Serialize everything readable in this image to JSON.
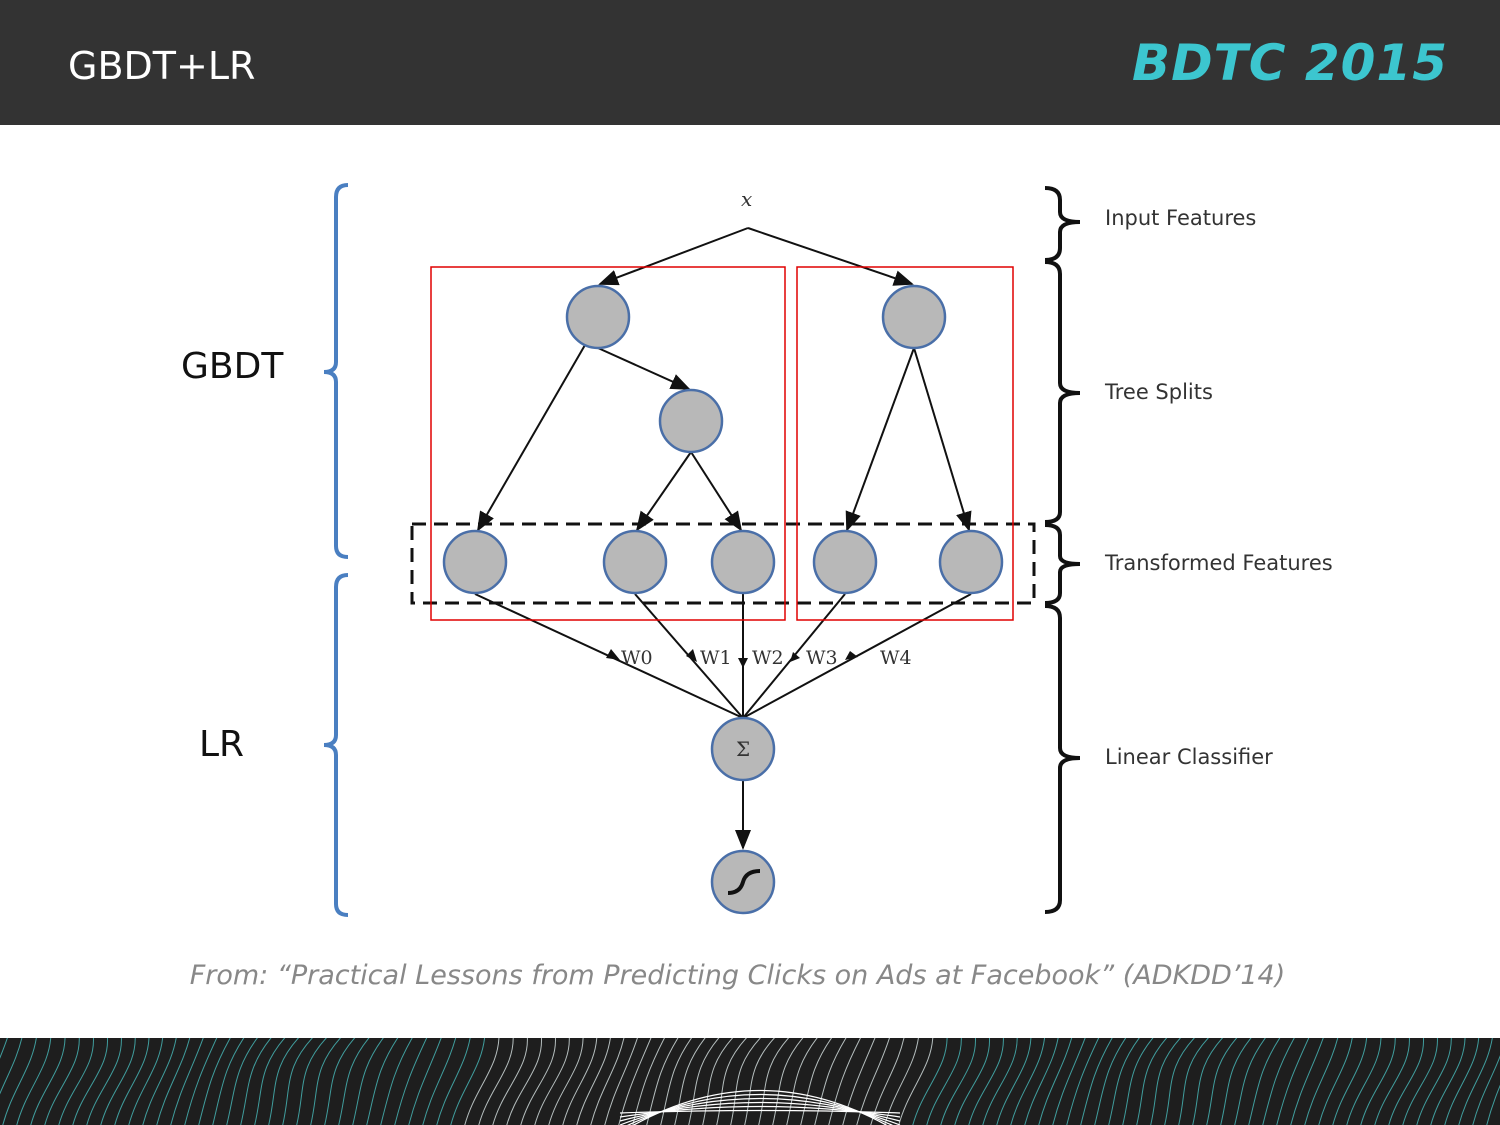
{
  "header": {
    "title": "GBDT+LR",
    "logo": "BDTC 2015"
  },
  "left_labels": {
    "gbdt": "GBDT",
    "lr": "LR"
  },
  "diagram": {
    "input_label": "x",
    "weights": [
      "W0",
      "W1",
      "W2",
      "W3",
      "W4"
    ],
    "sum_symbol": "Σ",
    "layers": [
      "Input Features",
      "Tree Splits",
      "Transformed Features",
      "Linear Classifier"
    ]
  },
  "citation": "From: “Practical Lessons from Predicting Clicks on Ads at Facebook” (ADKDD’14)",
  "colors": {
    "header": "#333333",
    "accent": "#3cc6cf",
    "highlight": "#e00000",
    "brace": "#4a7fc1",
    "node": "#b8b8b8"
  }
}
